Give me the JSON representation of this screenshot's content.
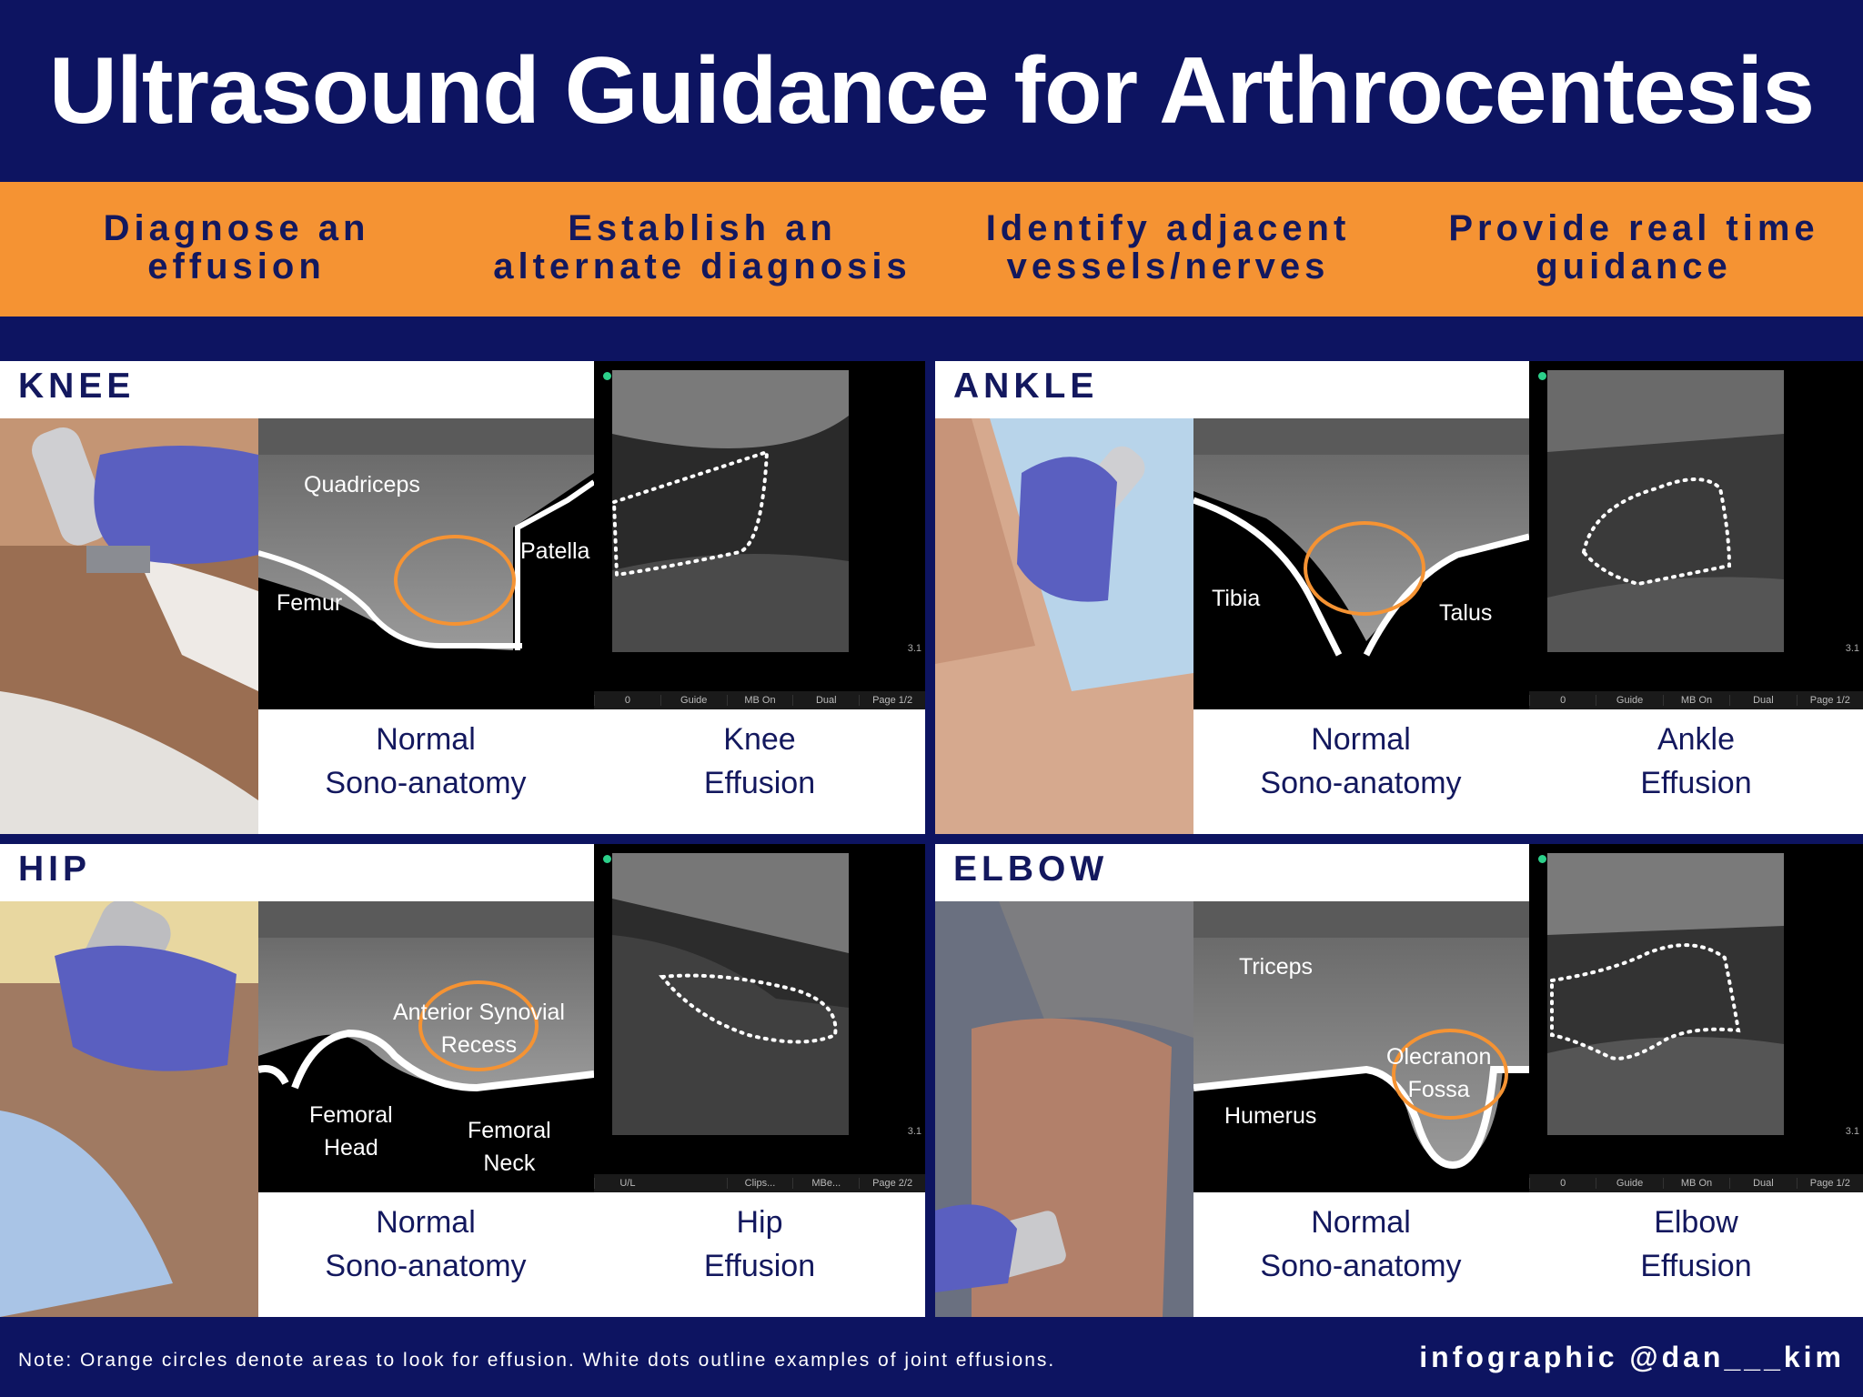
{
  "title": "Ultrasound Guidance for Arthrocentesis",
  "benefits": [
    {
      "line1": "Diagnose an",
      "line2": "effusion"
    },
    {
      "line1": "Establish an",
      "line2": "alternate diagnosis"
    },
    {
      "line1": "Identify adjacent",
      "line2": "vessels/nerves"
    },
    {
      "line1": "Provide real time",
      "line2": "guidance"
    }
  ],
  "panels": {
    "knee": {
      "joint": "KNEE",
      "labels": {
        "a": "Quadriceps",
        "b": "Patella",
        "c": "Femur"
      },
      "normal": {
        "line1": "Normal",
        "line2": "Sono-anatomy"
      },
      "effusion": {
        "line1": "Knee",
        "line2": "Effusion"
      },
      "us_bar": [
        "0",
        "Guide",
        "MB On",
        "Dual",
        "Page 1/2"
      ],
      "scale": "3.1"
    },
    "ankle": {
      "joint": "ANKLE",
      "labels": {
        "a": "Tibia",
        "b": "Talus"
      },
      "normal": {
        "line1": "Normal",
        "line2": "Sono-anatomy"
      },
      "effusion": {
        "line1": "Ankle",
        "line2": "Effusion"
      },
      "us_bar": [
        "0",
        "Guide",
        "MB On",
        "Dual",
        "Page 1/2"
      ],
      "scale": "3.1"
    },
    "hip": {
      "joint": "HIP",
      "labels": {
        "a": "Anterior Synovial",
        "a2": "Recess",
        "b": "Femoral",
        "b2": "Head",
        "c": "Femoral",
        "c2": "Neck"
      },
      "normal": {
        "line1": "Normal",
        "line2": "Sono-anatomy"
      },
      "effusion": {
        "line1": "Hip",
        "line2": "Effusion"
      },
      "us_bar": [
        "U/L",
        "",
        "Clips...",
        "MBe...",
        "Page 2/2"
      ],
      "scale": "3.1"
    },
    "elbow": {
      "joint": "ELBOW",
      "labels": {
        "a": "Triceps",
        "b": "Olecranon",
        "b2": "Fossa",
        "c": "Humerus"
      },
      "normal": {
        "line1": "Normal",
        "line2": "Sono-anatomy"
      },
      "effusion": {
        "line1": "Elbow",
        "line2": "Effusion"
      },
      "us_bar": [
        "0",
        "Guide",
        "MB On",
        "Dual",
        "Page 1/2"
      ],
      "scale": "3.1"
    }
  },
  "note": "Note: Orange circles denote areas to look for effusion. White dots outline examples of  joint effusions.",
  "credit": "infographic @dan___kim",
  "colors": {
    "navy": "#0d1461",
    "orange": "#f59333",
    "text_navy": "#13185e"
  }
}
